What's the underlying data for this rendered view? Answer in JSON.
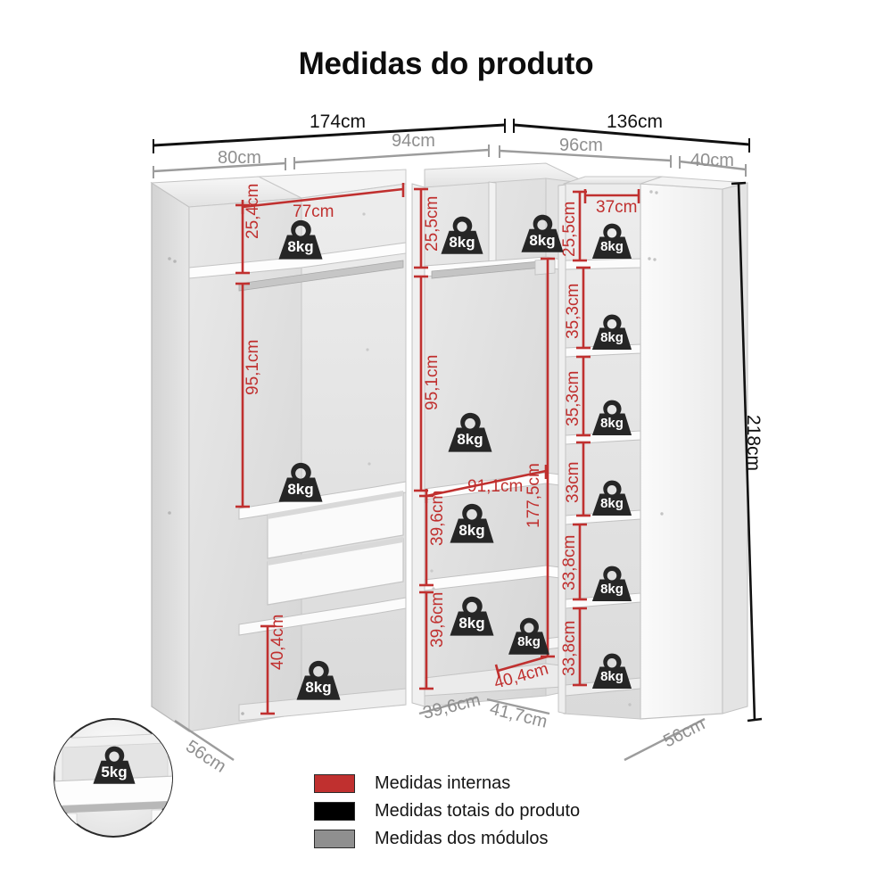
{
  "page": {
    "title": "Medidas do produto",
    "background": "#ffffff"
  },
  "colors": {
    "internal": "#c0302f",
    "total": "#000000",
    "module": "#8f8f8f",
    "badge": "#262626",
    "furniture_light": "#f2f2f2",
    "furniture_mid": "#dcdcdc",
    "furniture_shade": "#c9c9c9"
  },
  "legend": {
    "items": [
      {
        "color": "#c0302f",
        "label": "Medidas internas"
      },
      {
        "color": "#000000",
        "label": "Medidas totais do produto"
      },
      {
        "color": "#8f8f8f",
        "label": "Medidas dos módulos"
      }
    ]
  },
  "dimensions": {
    "totals": [
      {
        "name": "left-block-width",
        "label": "174cm",
        "kind": "total"
      },
      {
        "name": "right-block-width",
        "label": "136cm",
        "kind": "total"
      },
      {
        "name": "overall-height",
        "label": "218cm",
        "kind": "total"
      }
    ],
    "modules": [
      {
        "name": "module-width-1",
        "label": "80cm",
        "kind": "module"
      },
      {
        "name": "module-width-2",
        "label": "94cm",
        "kind": "module"
      },
      {
        "name": "module-width-3",
        "label": "96cm",
        "kind": "module"
      },
      {
        "name": "module-width-4",
        "label": "40cm",
        "kind": "module"
      },
      {
        "name": "module-depth-left",
        "label": "56cm",
        "kind": "module"
      },
      {
        "name": "module-depth-right",
        "label": "56cm",
        "kind": "module"
      },
      {
        "name": "module-depth-corner-a",
        "label": "39,6cm",
        "kind": "module"
      },
      {
        "name": "module-depth-corner-b",
        "label": "41,7cm",
        "kind": "module"
      }
    ],
    "internal": {
      "left_module": [
        {
          "name": "left-top-shelf-width",
          "label": "77cm"
        },
        {
          "name": "left-top-shelf-height",
          "label": "25,4cm"
        },
        {
          "name": "left-hanging-height",
          "label": "95,1cm"
        },
        {
          "name": "left-bottom-compartment-height",
          "label": "40,4cm"
        }
      ],
      "center_module": [
        {
          "name": "center-top-shelf-height",
          "label": "25,5cm"
        },
        {
          "name": "center-hanging-height",
          "label": "95,1cm"
        },
        {
          "name": "center-shelf-width",
          "label": "91,1cm"
        },
        {
          "name": "center-shelf-height-1",
          "label": "39,6cm"
        },
        {
          "name": "center-shelf-height-2",
          "label": "39,6cm"
        },
        {
          "name": "center-total-inner-height",
          "label": "177,5cm"
        },
        {
          "name": "center-shelf-depth",
          "label": "40,4cm"
        }
      ],
      "right_column": [
        {
          "name": "right-column-width",
          "label": "37cm"
        },
        {
          "name": "right-shelf-height-1",
          "label": "25,5cm"
        },
        {
          "name": "right-shelf-height-2",
          "label": "35,3cm"
        },
        {
          "name": "right-shelf-height-3",
          "label": "35,3cm"
        },
        {
          "name": "right-shelf-height-4",
          "label": "33cm"
        },
        {
          "name": "right-shelf-height-5",
          "label": "33,8cm"
        },
        {
          "name": "right-shelf-height-6",
          "label": "33,8cm"
        }
      ]
    }
  },
  "load_badges": {
    "shelf_capacity": "8kg",
    "drawer_capacity": "5kg",
    "shelf_count": 15,
    "items": [
      {
        "name": "badge-left-top-shelf",
        "label": "8kg"
      },
      {
        "name": "badge-left-mid-shelf",
        "label": "8kg"
      },
      {
        "name": "badge-left-bottom-shelf",
        "label": "8kg"
      },
      {
        "name": "badge-center-top-left",
        "label": "8kg"
      },
      {
        "name": "badge-center-top-right",
        "label": "8kg"
      },
      {
        "name": "badge-center-mid-shelf",
        "label": "8kg"
      },
      {
        "name": "badge-center-lower-shelf",
        "label": "8kg"
      },
      {
        "name": "badge-center-bottom-shelf",
        "label": "8kg"
      },
      {
        "name": "badge-corner-bottom-shelf",
        "label": "8kg"
      },
      {
        "name": "badge-right-shelf-1",
        "label": "8kg"
      },
      {
        "name": "badge-right-shelf-2",
        "label": "8kg"
      },
      {
        "name": "badge-right-shelf-3",
        "label": "8kg"
      },
      {
        "name": "badge-right-shelf-4",
        "label": "8kg"
      },
      {
        "name": "badge-right-shelf-5",
        "label": "8kg"
      },
      {
        "name": "badge-right-shelf-6",
        "label": "8kg"
      }
    ]
  },
  "drawer_inset": {
    "badge": "5kg",
    "description": "drawer-detail-circle"
  }
}
